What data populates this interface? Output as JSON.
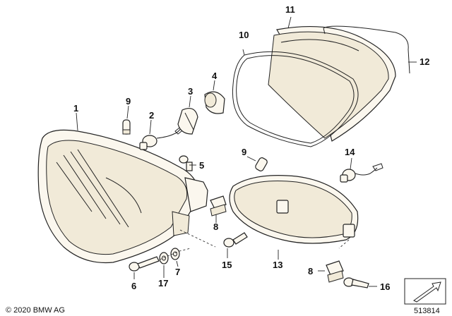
{
  "callouts": {
    "c1": "1",
    "c2": "2",
    "c3": "3",
    "c4": "4",
    "c5": "5",
    "c6": "6",
    "c7": "7",
    "c8a": "8",
    "c8b": "8",
    "c9a": "9",
    "c9b": "9",
    "c10": "10",
    "c11": "11",
    "c12": "12",
    "c13": "13",
    "c14": "14",
    "c15": "15",
    "c16": "16",
    "c17": "17"
  },
  "footer": {
    "copyright": "© 2020 BMW AG",
    "diagram_number": "513814"
  },
  "icons": {
    "navigation": "arrow-icon"
  }
}
